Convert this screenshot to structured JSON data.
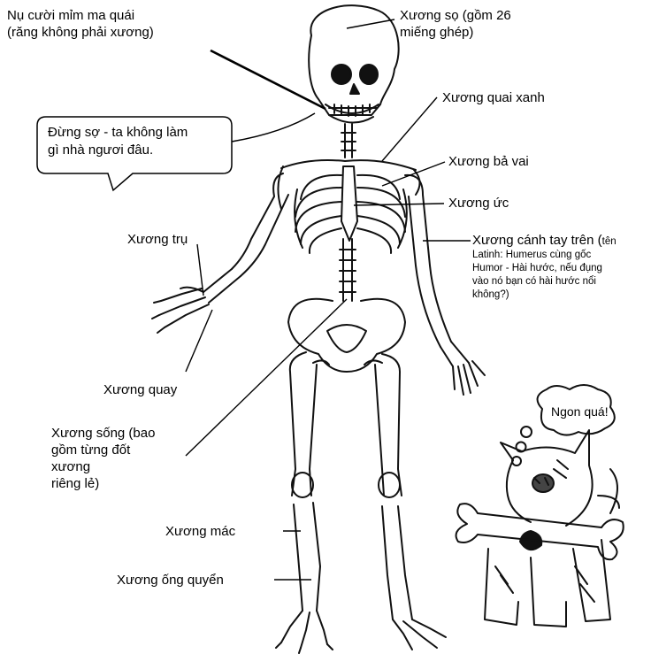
{
  "labels": {
    "grin_1": "Nụ cười mỉm ma quái",
    "grin_2": "(răng không phải xương)",
    "skull_1": "Xương sọ (gồm 26",
    "skull_2": "miếng ghép)",
    "clavicle": "Xương quai xanh",
    "scapula": "Xương bả vai",
    "sternum": "Xương ức",
    "ulna": "Xương trụ",
    "humerus_main": "Xương cánh tay trên (",
    "humerus_suffix": "tên",
    "humerus_2": "Latinh: Humerus cùng gốc",
    "humerus_3": "Humor - Hài hước, nếu đụng",
    "humerus_4": "vào nó bạn có hài hước nổi",
    "humerus_5": "không?)",
    "radius": "Xương quay",
    "spine_1": "Xương sống (bao",
    "spine_2": "gồm từng đốt",
    "spine_3": "xương",
    "spine_4": "riêng lẻ)",
    "fibula": "Xương mác",
    "tibia": "Xương ống quyển"
  },
  "bubble": {
    "line_1": "Đừng sợ - ta không làm",
    "line_2": "gì nhà ngươi đâu."
  },
  "dog": {
    "thought": "Ngon quá!"
  }
}
